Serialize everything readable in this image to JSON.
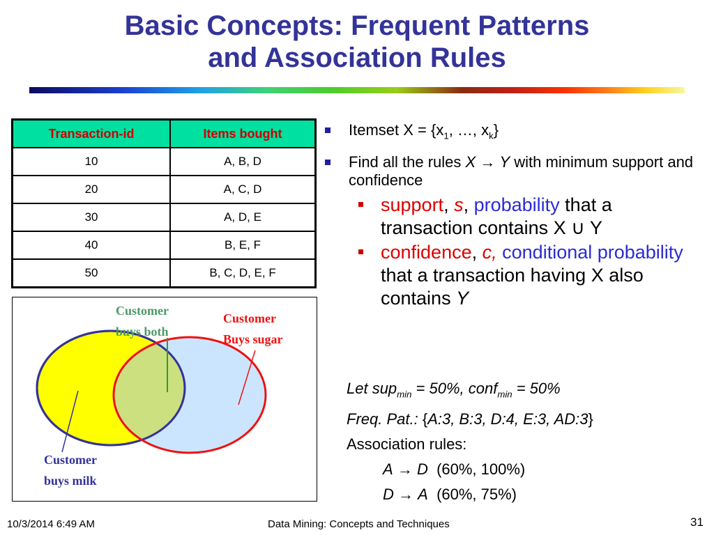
{
  "title": {
    "line1": "Basic Concepts: Frequent Patterns",
    "line2": "and Association Rules"
  },
  "table": {
    "headers": [
      "Transaction-id",
      "Items bought"
    ],
    "rows": [
      [
        "10",
        "A, B, D"
      ],
      [
        "20",
        "A, C, D"
      ],
      [
        "30",
        "A, D, E"
      ],
      [
        "40",
        "B, E, F"
      ],
      [
        "50",
        "B, C, D, E, F"
      ]
    ]
  },
  "venn": {
    "both_line1": "Customer",
    "both_line2": "buys both",
    "sugar_line1": "Customer",
    "sugar_line2": "Buys sugar",
    "milk_line1": "Customer",
    "milk_line2": "buys milk"
  },
  "bullets": {
    "itemset_prefix": "Itemset X = {x",
    "itemset_sub1": "1",
    "itemset_mid": ", …, x",
    "itemset_subk": "k",
    "itemset_suffix": "}",
    "rules_prefix": "Find all the rules ",
    "rules_x": "X",
    "rules_arrow": "→",
    "rules_y": "Y",
    "rules_suffix": " with minimum support and confidence",
    "support_word": "support",
    "support_sep": ", ",
    "support_s": "s",
    "support_sep2": ", ",
    "support_prob": "probability",
    "support_rest": " that a transaction contains X ∪ Y",
    "conf_word": "confidence",
    "conf_sep": ", ",
    "conf_c": "c,",
    "conf_cond": " conditional probability",
    "conf_rest": " that a transaction having X also contains ",
    "conf_y": "Y"
  },
  "example": {
    "let_prefix": "Let  sup",
    "let_sub1": "min",
    "let_mid": " = 50%,  conf",
    "let_sub2": "min",
    "let_suffix": " = 50%",
    "freq_prefix": "Freq. Pat.: ",
    "freq_open": "{",
    "freq_items": "A:3, B:3, D:4, E:3, AD:3",
    "freq_close": "}",
    "assoc_label": "Association rules:",
    "rule1_lhs": "A",
    "rule1_arrow": "→",
    "rule1_rhs": "D",
    "rule1_vals": "(60%, 100%)",
    "rule2_lhs": "D",
    "rule2_arrow": "→",
    "rule2_rhs": "A",
    "rule2_vals": "(60%, 75%)"
  },
  "footer": {
    "date": "10/3/2014 6:49 AM",
    "course": "Data Mining: Concepts and Techniques",
    "page": "31"
  },
  "colors": {
    "title": "#333399",
    "table_header_bg": "#00e0a0",
    "table_header_text": "#cc0000",
    "milk_fill": "#ffff00",
    "sugar_fill": "#cce5ff",
    "overlap_fill": "#cce07f",
    "accent_red": "#dd0000",
    "accent_blue": "#2b2bd6"
  }
}
